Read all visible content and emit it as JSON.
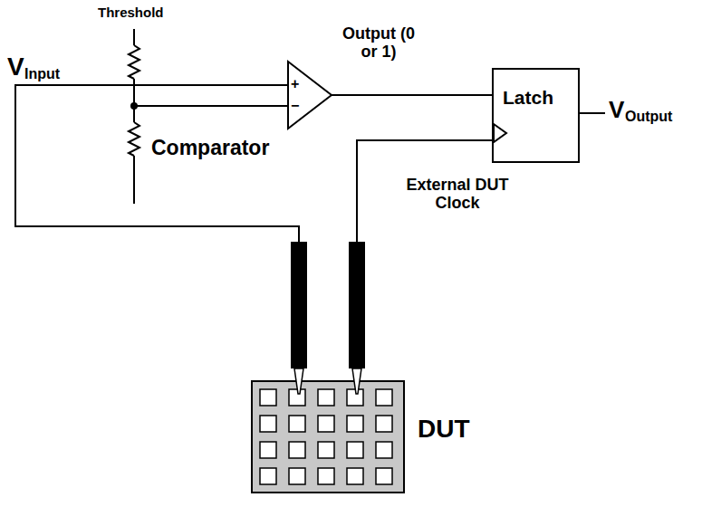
{
  "diagram": {
    "nodes": [
      {
        "text": [
          "+",
          "−",
          "Comparator"
        ]
      },
      {
        "text": [
          "Latch"
        ]
      },
      {
        "text": [
          "DUT"
        ]
      }
    ],
    "edges": [
      {
        "from": 2,
        "to": 0,
        "arrow": "none"
      },
      {
        "from": 0,
        "to": 1,
        "arrow": "none"
      },
      {
        "from": 2,
        "to": 1,
        "arrow": "none"
      }
    ],
    "labels": [
      "Threshold",
      "V",
      "Input",
      "Output (0 or 1)",
      "V",
      "Output",
      "External DUT Clock"
    ]
  }
}
